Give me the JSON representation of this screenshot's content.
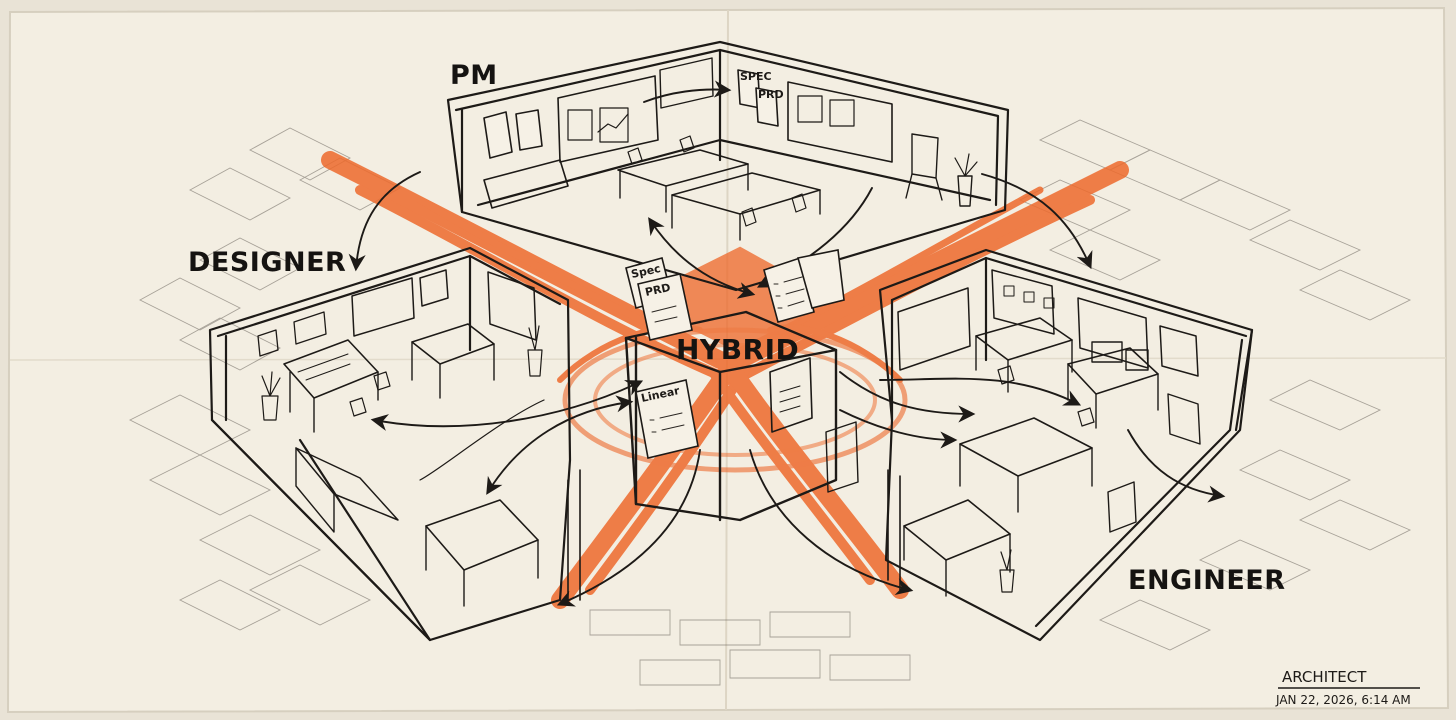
{
  "zones": {
    "pm": "PM",
    "designer": "DESIGNER",
    "engineer": "ENGINEER",
    "hybrid": "HYBRID"
  },
  "documents": {
    "spec": "Spec",
    "prd": "PRD",
    "linear": "Linear",
    "whiteboard_spec": "SPEC",
    "whiteboard_prd": "PRD"
  },
  "signature": {
    "title": "ARCHITECT",
    "date": "JAN 22, 2026, 6:14 AM"
  },
  "colors": {
    "paper": "#f3eee2",
    "ink": "#1d1a17",
    "accent": "#ee6a2c"
  }
}
